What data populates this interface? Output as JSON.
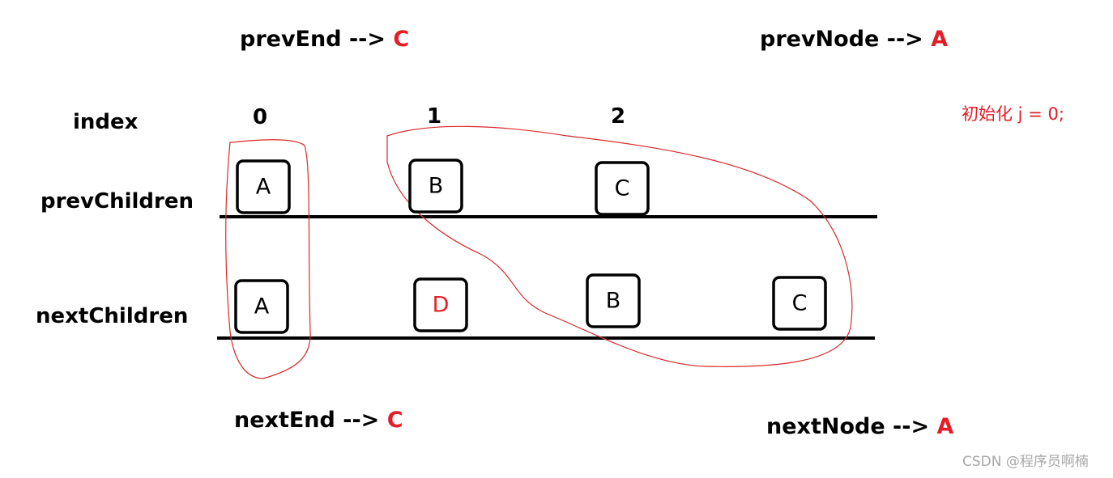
{
  "pointers": {
    "prev_end_label": "prevEnd -->",
    "prev_end_value": "C",
    "prev_node_label": "prevNode -->",
    "prev_node_value": "A",
    "next_end_label": "nextEnd -->",
    "next_end_value": "C",
    "next_node_label": "nextNode -->",
    "next_node_value": "A"
  },
  "rows": {
    "index_label": "index",
    "prev_label": "prevChildren",
    "next_label": "nextChildren"
  },
  "indices": [
    "0",
    "1",
    "2"
  ],
  "prev_children": [
    {
      "key": "A",
      "color": "#000000"
    },
    {
      "key": "B",
      "color": "#000000"
    },
    {
      "key": "C",
      "color": "#000000"
    }
  ],
  "next_children": [
    {
      "key": "A",
      "color": "#000000"
    },
    {
      "key": "D",
      "color": "#e41e26"
    },
    {
      "key": "B",
      "color": "#000000"
    },
    {
      "key": "C",
      "color": "#000000"
    }
  ],
  "note": "初始化 j = 0;",
  "watermark": "CSDN @程序员啊楠",
  "colors": {
    "highlight": "#e41e26",
    "ink": "#000000",
    "lasso": "#d92a2a"
  }
}
